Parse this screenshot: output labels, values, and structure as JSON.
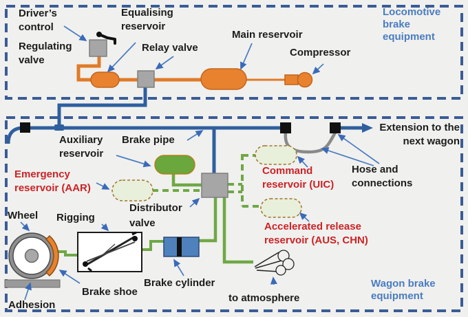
{
  "loco": {
    "region_title": "Locomotive brake equipment",
    "drivers_control": "Driver’s control",
    "regulating_valve": "Regulating valve",
    "equalising_reservoir": "Equalising reservoir",
    "relay_valve": "Relay valve",
    "main_reservoir": "Main reservoir",
    "compressor": "Compressor"
  },
  "wagon": {
    "region_title": "Wagon brake equipment",
    "auxiliary_reservoir": "Auxiliary reservoir",
    "brake_pipe": "Brake pipe",
    "emergency_reservoir": "Emergency reservoir (AAR)",
    "distributor_valve": "Distributor valve",
    "command_reservoir": "Command reservoir (UIC)",
    "accelerated_release_reservoir": "Accelerated release reservoir (AUS, CHN)",
    "hose_and_connections": "Hose and connections",
    "extension_next_wagon": "Extension to the next wagon",
    "wheel": "Wheel",
    "rigging": "Rigging",
    "brake_shoe": "Brake shoe",
    "adhesion": "Adhesion",
    "brake_cylinder": "Brake cylinder",
    "to_atmosphere": "to atmosphere"
  },
  "colors": {
    "region_border_blue": "#3a5c96",
    "brake_pipe_blue": "#2f5f9f",
    "pipe_orange": "#e8822f",
    "pipe_green": "#6fa845",
    "reservoir_pale_green": "#e8efda",
    "hose_gray": "#8a8a8a",
    "label_red": "#cc2326",
    "label_blue": "#4a7cc2",
    "valve_gray": "#a6a6a6"
  }
}
